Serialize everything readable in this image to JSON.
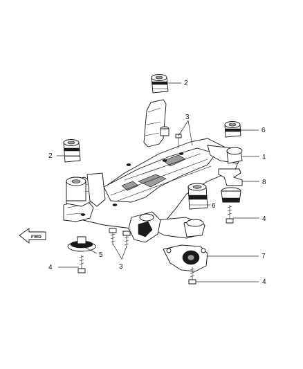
{
  "diagram": {
    "callouts": [
      {
        "id": "c1",
        "text": "1"
      },
      {
        "id": "c2a",
        "text": "2"
      },
      {
        "id": "c2b",
        "text": "2"
      },
      {
        "id": "c3a",
        "text": "3"
      },
      {
        "id": "c3b",
        "text": "3"
      },
      {
        "id": "c4a",
        "text": "4"
      },
      {
        "id": "c4b",
        "text": "4"
      },
      {
        "id": "c4c",
        "text": "4"
      },
      {
        "id": "c5",
        "text": "5"
      },
      {
        "id": "c6a",
        "text": "6"
      },
      {
        "id": "c6b",
        "text": "6"
      },
      {
        "id": "c7",
        "text": "7"
      },
      {
        "id": "c8",
        "text": "8"
      }
    ],
    "direction_arrow": {
      "text": "FWD"
    }
  }
}
